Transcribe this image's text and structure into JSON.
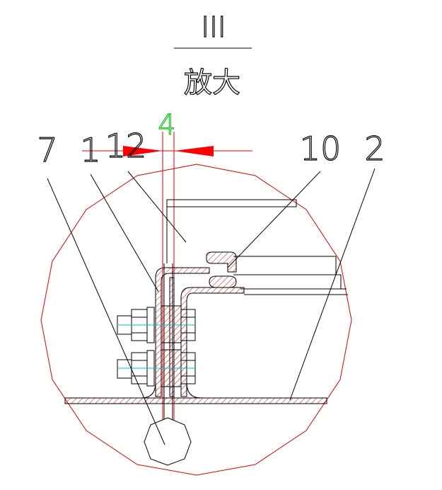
{
  "title": {
    "roman_numeral": "III",
    "subtitle": "放大"
  },
  "dimension": {
    "value": "4"
  },
  "callouts": {
    "c7": "7",
    "c1": "1",
    "c12": "12",
    "c10": "10",
    "c2": "2"
  },
  "colors": {
    "outline": "#000000",
    "detail_boundary": "#e00000",
    "hatch": "#e00000",
    "dimension_arrow": "#ff0000",
    "dimension_text": "#22c022",
    "centerline": "#00c0c0"
  }
}
